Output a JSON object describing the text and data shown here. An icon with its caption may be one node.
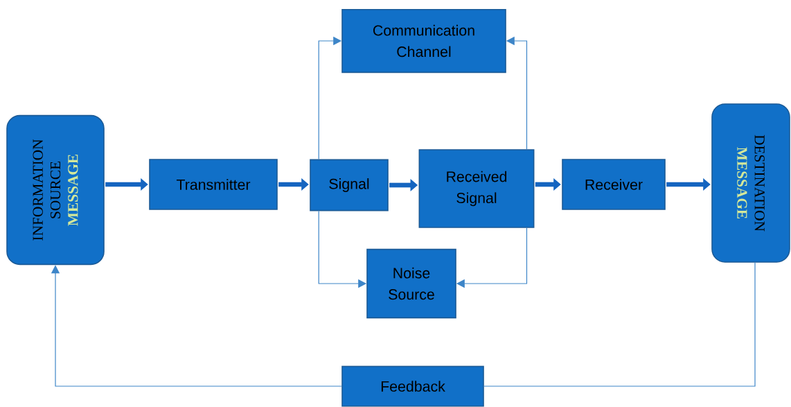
{
  "diagram": {
    "nodes": [
      {
        "text": [
          "INFORMATION SOURCE",
          "MESSAGE"
        ]
      },
      {
        "text": [
          "Transmitter"
        ]
      },
      {
        "text": [
          "Signal"
        ]
      },
      {
        "text": [
          "Communication Channel"
        ]
      },
      {
        "text": [
          "Received Signal"
        ]
      },
      {
        "text": [
          "Noise Source"
        ]
      },
      {
        "text": [
          "Receiver"
        ]
      },
      {
        "text": [
          "DESTINATION",
          "MESSAGE"
        ]
      },
      {
        "text": [
          "Feedback"
        ]
      }
    ],
    "edges": [
      {
        "from": 0,
        "to": 1,
        "arrow": "to",
        "style": "thick"
      },
      {
        "from": 1,
        "to": 2,
        "arrow": "to",
        "style": "thick"
      },
      {
        "from": 2,
        "to": 4,
        "arrow": "to",
        "style": "thick"
      },
      {
        "from": 4,
        "to": 6,
        "arrow": "to",
        "style": "thick"
      },
      {
        "from": 6,
        "to": 7,
        "arrow": "to",
        "style": "thick"
      },
      {
        "from": 2,
        "to": 3,
        "arrow": "to"
      },
      {
        "from": 4,
        "to": 3,
        "arrow": "to"
      },
      {
        "from": 2,
        "to": 5,
        "arrow": "to"
      },
      {
        "from": 4,
        "to": 5,
        "arrow": "to"
      },
      {
        "from": 7,
        "to": 8,
        "arrow": "none"
      },
      {
        "from": 8,
        "to": 0,
        "arrow": "to"
      }
    ]
  }
}
